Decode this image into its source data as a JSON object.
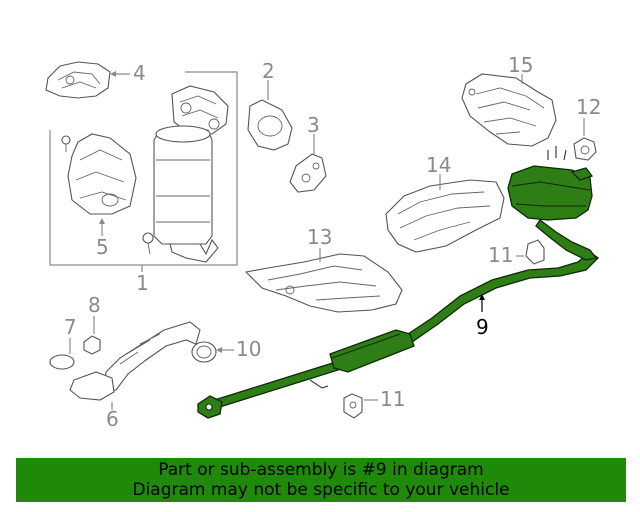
{
  "callouts": {
    "c1": "1",
    "c2": "2",
    "c3": "3",
    "c4": "4",
    "c5": "5",
    "c6": "6",
    "c7": "7",
    "c8": "8",
    "c9": "9",
    "c10": "10",
    "c11a": "11",
    "c11b": "11",
    "c12": "12",
    "c13": "13",
    "c14": "14",
    "c15": "15"
  },
  "highlight": {
    "part_number": "9",
    "color": "#2e7d15",
    "outline": "#0b2a05"
  },
  "banner": {
    "line1": "Part or sub-assembly is #9 in diagram",
    "line2": "Diagram may not be specific to your vehicle",
    "background": "#1f8a0a"
  }
}
